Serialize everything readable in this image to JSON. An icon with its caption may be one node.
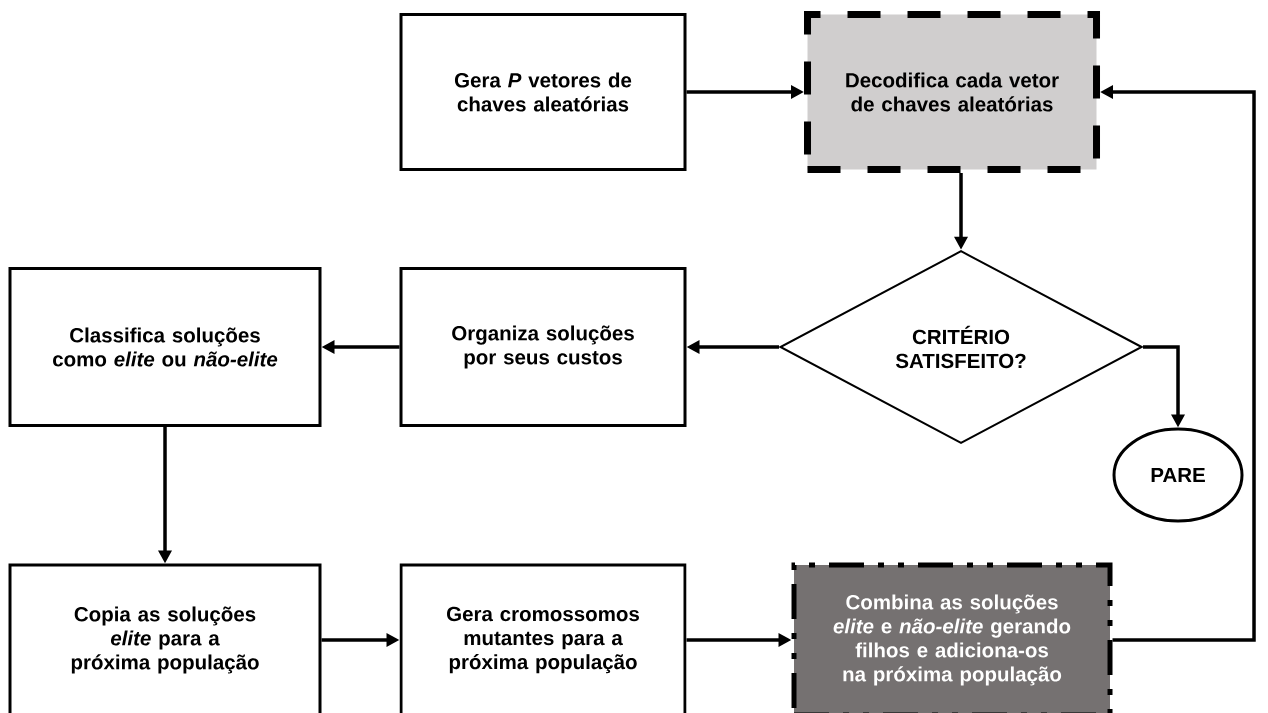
{
  "diagram": {
    "nodes": [
      {
        "text": [
          "Gera *P* vetores de chaves aleatórias"
        ]
      },
      {
        "text": [
          "Decodifica cada vetor de chaves aleatórias"
        ]
      },
      {
        "text": [
          "CRITÉRIO SATISFEITO?"
        ]
      },
      {
        "text": [
          "Organiza soluções por seus custos"
        ]
      },
      {
        "text": [
          "Classifica soluções como *elite* ou *não-elite*"
        ]
      },
      {
        "text": [
          "PARE"
        ]
      },
      {
        "text": [
          "Copia as soluções *elite* para a próxima população"
        ]
      },
      {
        "text": [
          "Gera cromossomos mutantes para a próxima população"
        ]
      },
      {
        "text": [
          "Combina as soluções *elite* e *não-elite* gerando filhos e adiciona-os na próxima população"
        ]
      }
    ],
    "edges": [
      {
        "from": 0,
        "to": 1,
        "arrow": "to"
      },
      {
        "from": 1,
        "to": 2,
        "arrow": "to"
      },
      {
        "from": 2,
        "to": 3,
        "arrow": "to"
      },
      {
        "from": 3,
        "to": 4,
        "arrow": "to"
      },
      {
        "from": 2,
        "to": 5,
        "arrow": "to"
      },
      {
        "from": 4,
        "to": 6,
        "arrow": "to"
      },
      {
        "from": 6,
        "to": 7,
        "arrow": "to"
      },
      {
        "from": 7,
        "to": 8,
        "arrow": "to"
      },
      {
        "from": 8,
        "to": 1,
        "arrow": "to"
      }
    ]
  }
}
